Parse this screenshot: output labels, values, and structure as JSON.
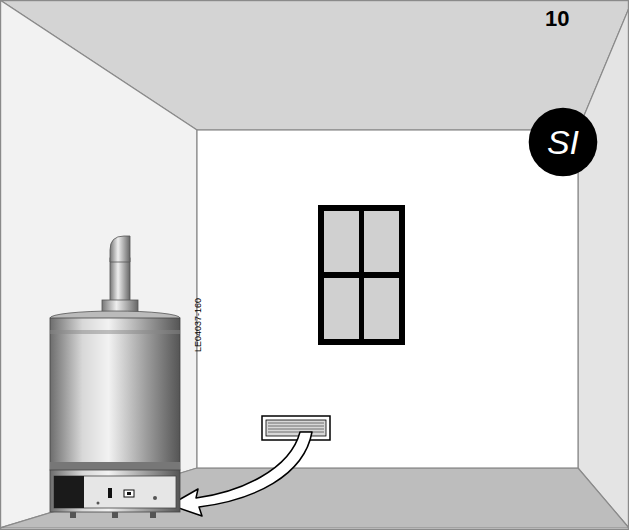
{
  "diagram": {
    "nodes": [
      {
        "text": [
          "SI"
        ]
      }
    ],
    "labels": [
      "10",
      "LE04037-160"
    ]
  }
}
